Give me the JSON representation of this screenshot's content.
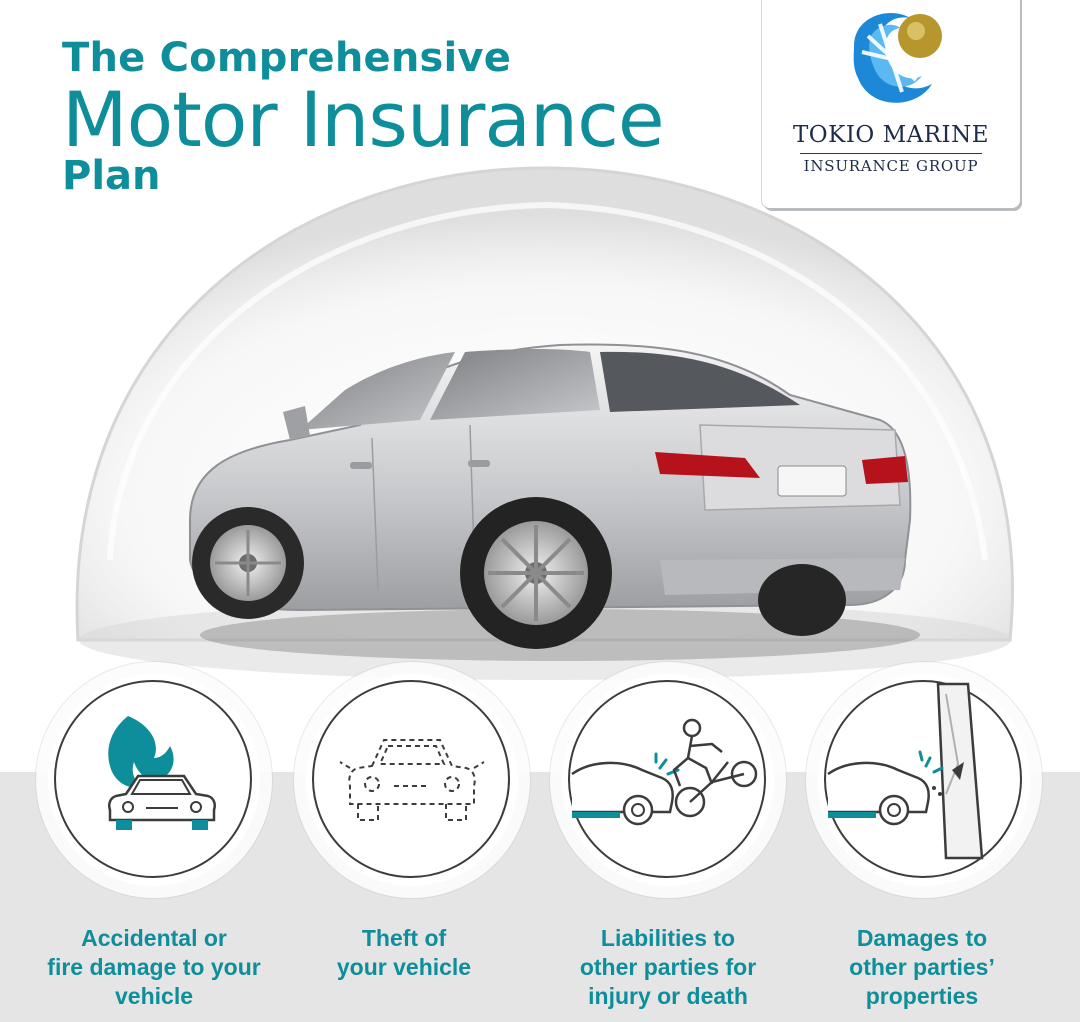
{
  "title": {
    "line1": "The Comprehensive",
    "line2": "Motor Insurance",
    "line3": "Plan"
  },
  "logo": {
    "name": "TOKIO MARINE",
    "subtitle": "INSURANCE GROUP",
    "colors": {
      "blue": "#1e88d8",
      "gold": "#b8962e",
      "navy": "#1c2c4a"
    }
  },
  "colors": {
    "accent": "#0e8e9a",
    "band": "#e5e5e6",
    "icon_stroke": "#3c3c3c"
  },
  "coverage": [
    {
      "icon": "car-fire-icon",
      "lines": [
        "Accidental or",
        "fire damage to your",
        "vehicle"
      ]
    },
    {
      "icon": "stolen-car-outline-icon",
      "lines": [
        "Theft of",
        "your vehicle"
      ]
    },
    {
      "icon": "car-hits-cyclist-icon",
      "lines": [
        "Liabilities to",
        "other parties for",
        "injury or death"
      ]
    },
    {
      "icon": "car-hits-wall-icon",
      "lines": [
        "Damages to",
        "other parties’",
        "properties"
      ]
    }
  ]
}
